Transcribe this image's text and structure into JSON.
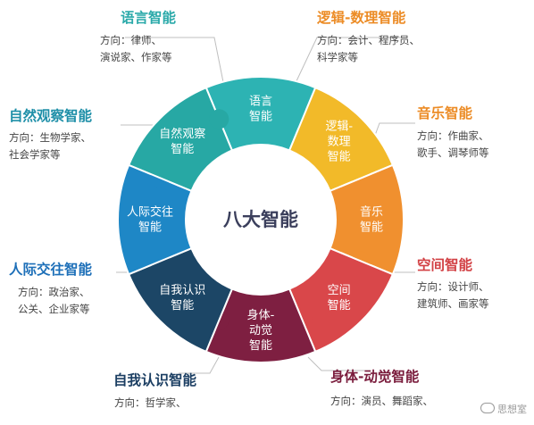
{
  "center": "八大智能",
  "colors": {
    "linguistic": "#2db3b3",
    "logical": "#f2ba29",
    "musical": "#f0902f",
    "spatial": "#d9474a",
    "bodily": "#7e1f41",
    "intrapersonal": "#1c4666",
    "interpersonal": "#1e87c6",
    "naturalist": "#27a8a4",
    "text_muted": "#444444"
  },
  "segments": [
    {
      "key": "linguistic",
      "lines": [
        "语言",
        "智能"
      ]
    },
    {
      "key": "logical",
      "lines": [
        "逻辑-",
        "数理",
        "智能"
      ]
    },
    {
      "key": "musical",
      "lines": [
        "音乐",
        "智能"
      ]
    },
    {
      "key": "spatial",
      "lines": [
        "空间",
        "智能"
      ]
    },
    {
      "key": "bodily",
      "lines": [
        "身体-",
        "动觉",
        "智能"
      ]
    },
    {
      "key": "intrapersonal",
      "lines": [
        "自我认识",
        "智能"
      ]
    },
    {
      "key": "interpersonal",
      "lines": [
        "人际交往",
        "智能"
      ]
    },
    {
      "key": "naturalist",
      "lines": [
        "自然观察",
        "智能"
      ]
    }
  ],
  "intelligences": {
    "linguistic": {
      "title": "语言智能",
      "desc": [
        "方向：律师、",
        "演说家、作家等"
      ]
    },
    "logical": {
      "title": "逻辑-数理智能",
      "desc": [
        "方向：会计、程序员、",
        "科学家等"
      ]
    },
    "musical": {
      "title": "音乐智能",
      "desc": [
        "方向：作曲家、",
        "歌手、调琴师等"
      ]
    },
    "naturalist": {
      "title": "自然观察智能",
      "desc": [
        "方向：生物学家、",
        "社会学家等"
      ]
    },
    "spatial": {
      "title": "空间智能",
      "desc": [
        "方向：设计师、",
        "建筑师、画家等"
      ]
    },
    "interpersonal": {
      "title": "人际交往智能",
      "desc": [
        "方向：政治家、",
        "公关、企业家等"
      ]
    },
    "intrapersonal": {
      "title": "自我认识智能",
      "desc": [
        "方向：哲学家、"
      ]
    },
    "bodily": {
      "title": "身体-动觉智能",
      "desc": [
        "方向：演员、舞蹈家、"
      ]
    }
  },
  "watermark": "思想室"
}
